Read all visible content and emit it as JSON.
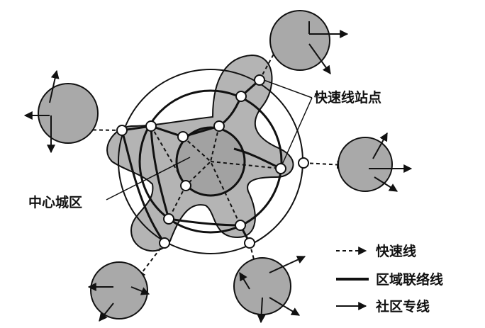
{
  "labels": {
    "express_stations": "快速线站点",
    "central_city": "中心城区"
  },
  "legend": [
    {
      "style": "dashed-arrow",
      "label": "快速线"
    },
    {
      "style": "thick-line",
      "label": "区域联络线"
    },
    {
      "style": "thin-arrow",
      "label": "社区专线"
    }
  ],
  "colors": {
    "fill": "#b4b4b4",
    "satellite_fill": "#a9a9a9",
    "stroke": "#111111",
    "station_fill": "#ffffff"
  }
}
